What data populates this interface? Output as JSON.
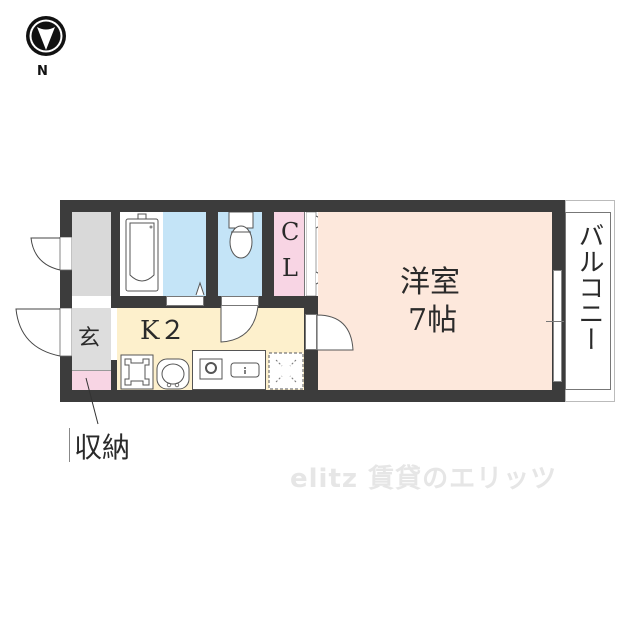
{
  "compass": {
    "icon": "north-arrow-icon",
    "label": "N"
  },
  "rooms": {
    "western_room": {
      "label": "洋室",
      "size": "7帖",
      "color": "#fde8dc"
    },
    "kitchen": {
      "label": "K２",
      "color": "#fdf0cc"
    },
    "closet": {
      "label_line1": "C",
      "label_line2": "L",
      "color": "#f8d5e4"
    },
    "entrance": {
      "label": "玄",
      "color": "#dddddd"
    },
    "storage": {
      "label": "収納",
      "color": "#f8d5e4"
    },
    "bath": {
      "color": "#c4e4f7"
    },
    "toilet": {
      "color": "#c4e4f7"
    },
    "balcony": {
      "label": "バルコニー"
    },
    "utility": {
      "color": "#d9d9d9"
    }
  },
  "fixtures": [
    "bathtub-icon",
    "toilet-icon",
    "washing-machine-icon",
    "washbasin-icon",
    "stove-icon",
    "sink-icon",
    "refrigerator-space-icon"
  ],
  "watermark": {
    "text": "elitz 賃貸のエリッツ"
  },
  "colors": {
    "wall": "#3c3c3c",
    "bath": "#c4e4f7",
    "kitchen": "#fdf0cc",
    "western_room": "#fde8dc",
    "closet": "#f8d5e4",
    "entrance": "#dddddd"
  }
}
